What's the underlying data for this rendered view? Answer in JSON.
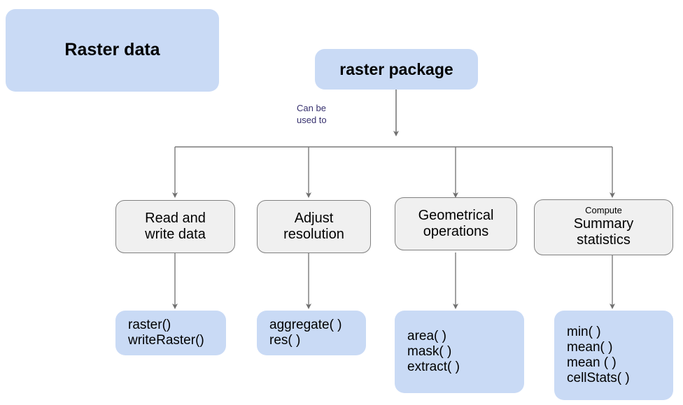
{
  "diagram": {
    "title_node": {
      "label": "Raster data"
    },
    "root_node": {
      "label": "raster package"
    },
    "edge_label": {
      "text": "Can be\nused to"
    },
    "categories": [
      {
        "name": "read-write",
        "caption": "",
        "line1": "Read and",
        "line2": "write data",
        "functions": [
          "raster()",
          "writeRaster()"
        ]
      },
      {
        "name": "adjust-resolution",
        "caption": "",
        "line1": "Adjust",
        "line2": "resolution",
        "functions": [
          "aggregate( )",
          "res( )"
        ]
      },
      {
        "name": "geometrical-operations",
        "caption": "",
        "line1": "Geometrical",
        "line2": "operations",
        "functions": [
          "area( )",
          "mask( )",
          "extract( )"
        ]
      },
      {
        "name": "summary-statistics",
        "caption": "Compute",
        "line1": "Summary",
        "line2": "statistics",
        "functions": [
          "min( )",
          "mean( )",
          "mean ( )",
          "cellStats( )"
        ]
      }
    ],
    "colors": {
      "blue_fill": "#c9daf5",
      "gray_fill": "#f0f0f0",
      "gray_border": "#808080",
      "connector": "#7a7a7a",
      "label_text": "#36306e",
      "body_text": "#000000"
    }
  }
}
